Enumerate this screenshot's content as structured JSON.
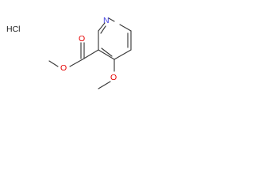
{
  "salt_label": "HCl",
  "atoms": {
    "ring_nitrogen": "N",
    "carbonyl_oxygen": "O",
    "ester_oxygen": "O",
    "methoxy_oxygen": "O"
  },
  "colors": {
    "nitrogen": "#3f3fe0",
    "oxygen": "#e60000",
    "bond": "#3a3a3a",
    "text": "#1a1a1a",
    "background": "#ffffff"
  }
}
